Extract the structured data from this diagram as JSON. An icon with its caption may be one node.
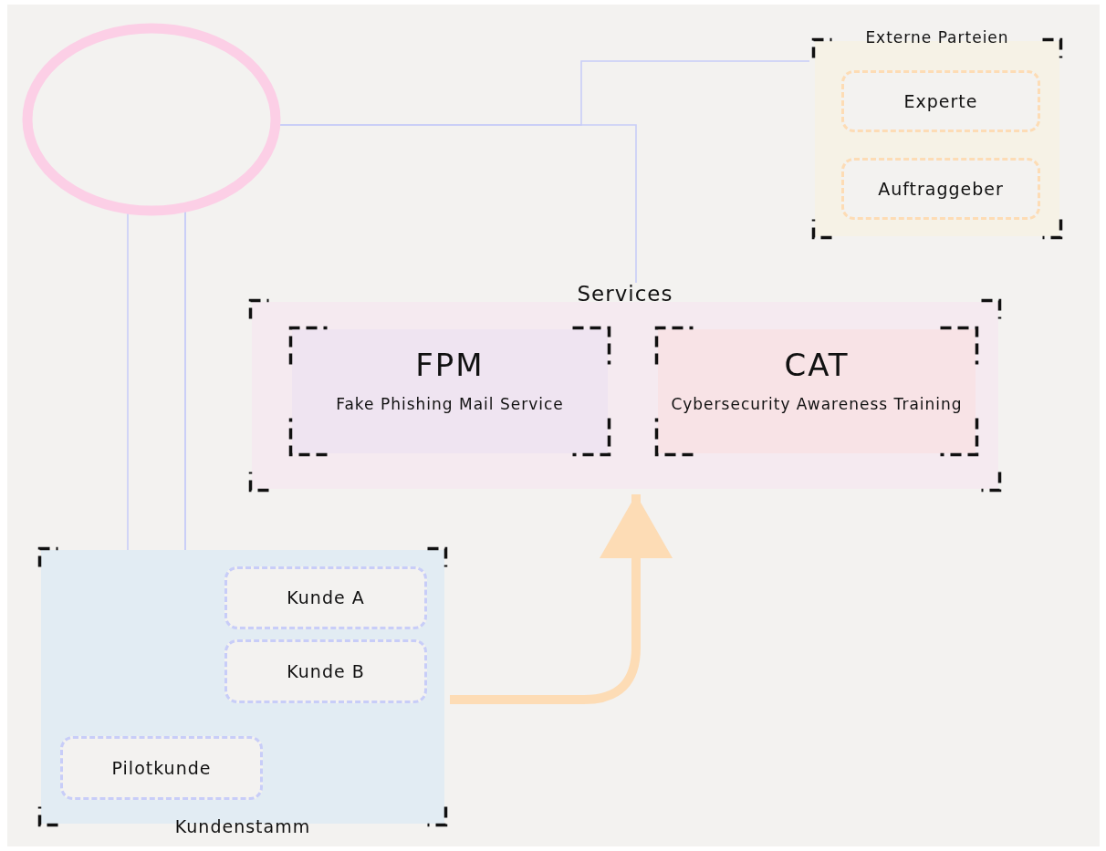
{
  "diagram": {
    "nodes": [
      {
        "text": [],
        "shape": "circle"
      },
      {
        "text": [
          "Externe Parteien"
        ]
      },
      {
        "text": [
          "Experte"
        ],
        "in": 1
      },
      {
        "text": [
          "Auftraggeber"
        ],
        "in": 1
      },
      {
        "text": [
          "Services"
        ]
      },
      {
        "text": [
          "FPM",
          "Fake Phishing Mail Service"
        ],
        "in": 4
      },
      {
        "text": [
          "CAT",
          "Cybersecurity Awareness Training"
        ],
        "in": 4
      },
      {
        "text": [
          "Kundenstamm"
        ]
      },
      {
        "text": [
          "Kunde A"
        ],
        "in": 7
      },
      {
        "text": [
          "Kunde B"
        ],
        "in": 7
      },
      {
        "text": [
          "Pilotkunde"
        ],
        "in": 7
      }
    ],
    "edges": [
      {
        "from": 0,
        "to": 1,
        "arrow": "none"
      },
      {
        "from": 0,
        "to": 4,
        "arrow": "none"
      },
      {
        "from": 0,
        "to": 8,
        "arrow": "none"
      },
      {
        "from": 0,
        "to": 9,
        "arrow": "none"
      },
      {
        "from": 0,
        "to": 10,
        "arrow": "none"
      },
      {
        "from": 7,
        "to": 4,
        "arrow": "to",
        "style": "thick",
        "color": "#fddcb5"
      }
    ]
  }
}
